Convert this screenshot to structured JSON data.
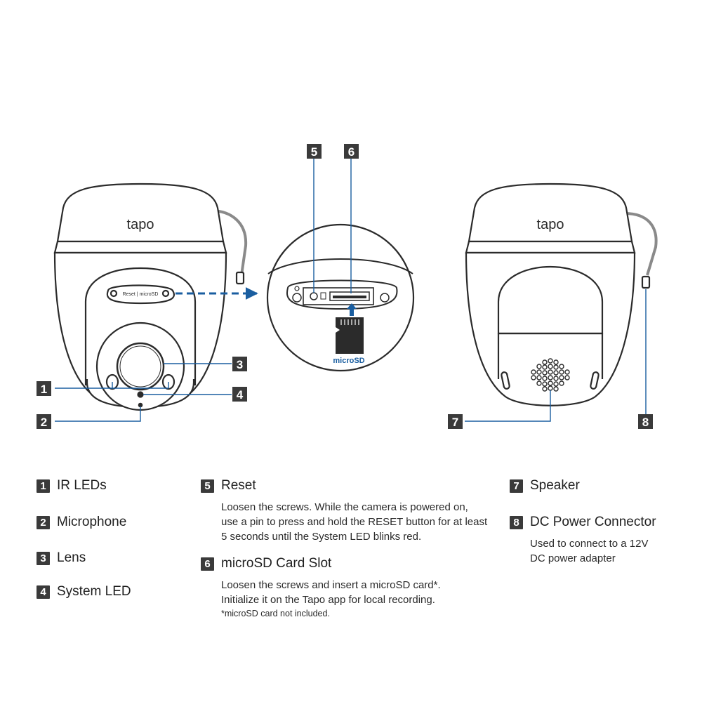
{
  "camera_front": {
    "brand": "tapo",
    "panel_label": "Reset | microSD"
  },
  "camera_back": {
    "brand": "tapo"
  },
  "zoom": {
    "card_label": "microSD"
  },
  "markers": [
    {
      "num": "1"
    },
    {
      "num": "2"
    },
    {
      "num": "3"
    },
    {
      "num": "4"
    },
    {
      "num": "5"
    },
    {
      "num": "6"
    },
    {
      "num": "7"
    },
    {
      "num": "8"
    }
  ],
  "legend": {
    "col1": [
      {
        "num": "1",
        "title": "IR LEDs"
      },
      {
        "num": "2",
        "title": "Microphone"
      },
      {
        "num": "3",
        "title": "Lens"
      },
      {
        "num": "4",
        "title": "System LED"
      }
    ],
    "col2": [
      {
        "num": "5",
        "title": "Reset",
        "desc": "Loosen the screws. While the camera is powered on, use a pin to press and hold the RESET button for at least 5 seconds until the System LED blinks red."
      },
      {
        "num": "6",
        "title": "microSD Card Slot",
        "desc": "Loosen the screws and insert a microSD card*. Initialize it on the Tapo app for local recording.",
        "note": "*microSD card not included."
      }
    ],
    "col3": [
      {
        "num": "7",
        "title": "Speaker"
      },
      {
        "num": "8",
        "title": "DC Power Connector",
        "desc": "Used to connect to a 12V DC power adapter"
      }
    ]
  },
  "colors": {
    "line": "#1a5ea0",
    "badge": "#3a3a3a",
    "outline": "#2b2b2b"
  }
}
